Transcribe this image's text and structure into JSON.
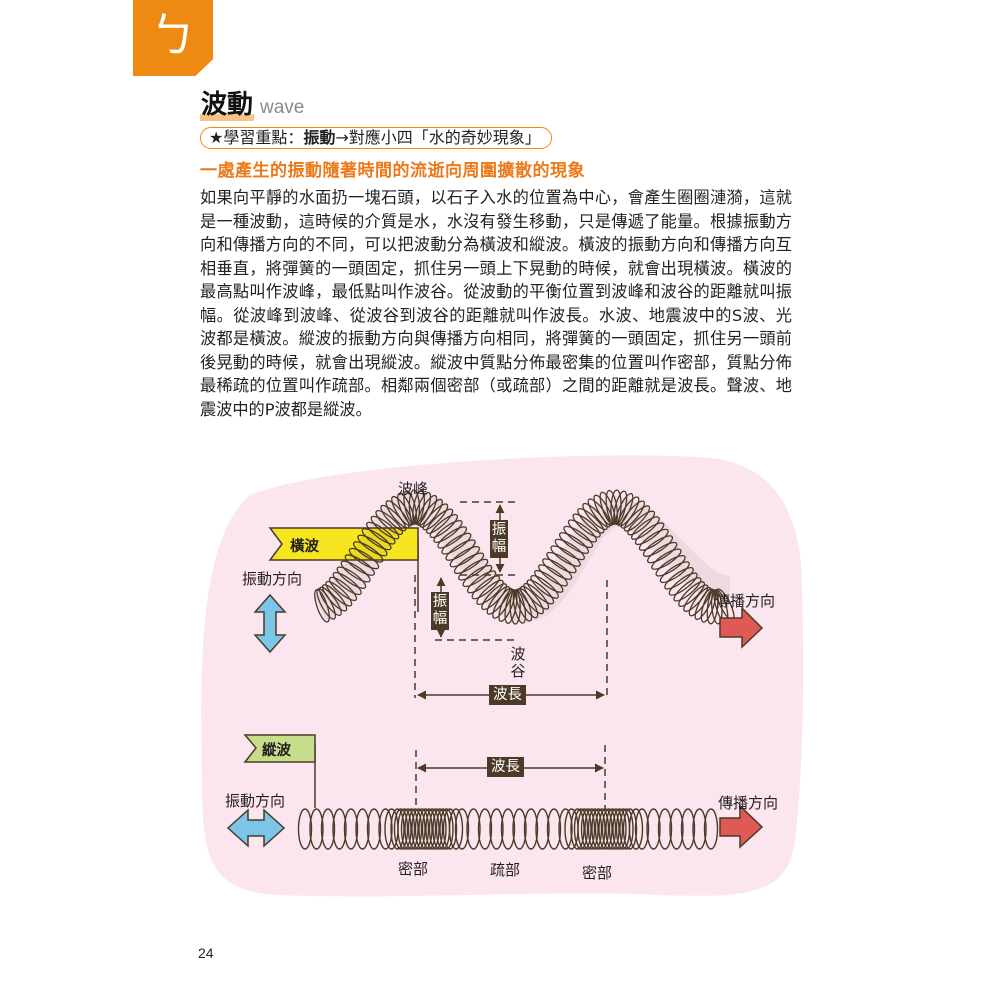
{
  "chapter_tab": {
    "glyph": "ㄅ",
    "color": "#ee8a12"
  },
  "header": {
    "title_zh": "波動",
    "title_en": "wave"
  },
  "key_point": {
    "prefix": "★學習重點：",
    "topic": "振動",
    "suffix": "→對應小四「水的奇妙現象」"
  },
  "subtitle": "一處產生的振動隨著時間的流逝向周圍擴散的現象",
  "body": {
    "paragraph": "如果向平靜的水面扔一塊石頭，以石子入水的位置為中心，會產生圈圈漣漪，這就是一種波動，這時候的介質是水，水沒有發生移動，只是傳遞了能量。根據振動方向和傳播方向的不同，可以把波動分為橫波和縱波。橫波的振動方向和傳播方向互相垂直，將彈簧的一頭固定，抓住另一頭上下晃動的時候，就會出現橫波。橫波的最高點叫作波峰，最低點叫作波谷。從波動的平衡位置到波峰和波谷的距離就叫振幅。從波峰到波峰、從波谷到波谷的距離就叫作波長。水波、地震波中的S波、光波都是橫波。縱波的振動方向與傳播方向相同，將彈簧的一頭固定，抓住另一頭前後晃動的時候，就會出現縱波。縱波中質點分佈最密集的位置叫作密部，質點分佈最稀疏的位置叫作疏部。相鄰兩個密部（或疏部）之間的距離就是波長。聲波、地震波中的P波都是縱波。"
  },
  "diagram": {
    "background": "#fbe6ef",
    "transverse": {
      "flag_label": "橫波",
      "flag_color": "#f7e51f",
      "vibration_direction": "振動方向",
      "propagation_direction": "傳播方向",
      "crest": "波峰",
      "trough": "波谷",
      "amplitude": "振幅",
      "wavelength": "波長"
    },
    "longitudinal": {
      "flag_label": "縱波",
      "flag_color": "#c6dd8c",
      "vibration_direction": "振動方向",
      "propagation_direction": "傳播方向",
      "wavelength": "波長",
      "compression_1": "密部",
      "rarefaction": "疏部",
      "compression_2": "密部"
    },
    "colors": {
      "spring": "#4a3a27",
      "vibration_arrow": "#7cc6ea",
      "propagation_arrow": "#e05a55"
    }
  },
  "page_number": "24"
}
